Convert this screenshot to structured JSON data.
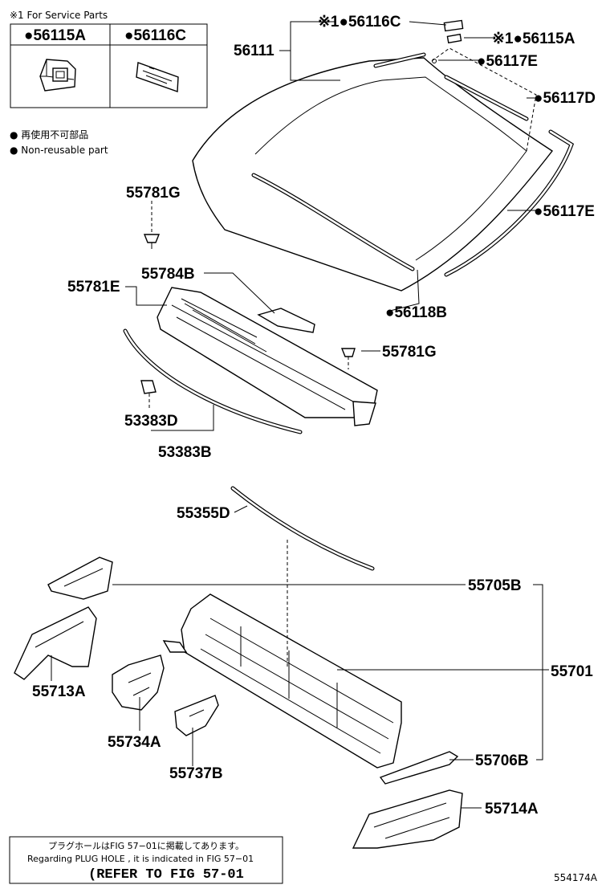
{
  "service_parts": {
    "header": "※1 For Service Parts",
    "col1": "●56115A",
    "col2": "●56116C"
  },
  "legend": {
    "jp": "● 再使用不可部品",
    "en": "● Non-reusable part"
  },
  "callouts": {
    "p56116C": "※1●56116C",
    "p56115A": "※1●56115A",
    "p56111": "56111",
    "p56117E_top": "●56117E",
    "p56117D": "●56117D",
    "p56117E_right": "●56117E",
    "p56118B": "●56118B",
    "p55781G_top": "55781G",
    "p55784B": "55784B",
    "p55781E": "55781E",
    "p55781G_right": "55781G",
    "p53383D": "53383D",
    "p53383B": "53383B",
    "p55355D": "55355D",
    "p55705B": "55705B",
    "p55701": "55701",
    "p55713A": "55713A",
    "p55734A": "55734A",
    "p55737B": "55737B",
    "p55706B": "55706B",
    "p55714A": "55714A"
  },
  "note": {
    "jp": "プラグホールはFIG 57−01に掲載してあります。",
    "en": "Regarding PLUG HOLE , it is indicated in FIG 57−01",
    "refer": "(REFER TO FIG 57-01"
  },
  "illustration_number": "554174A"
}
